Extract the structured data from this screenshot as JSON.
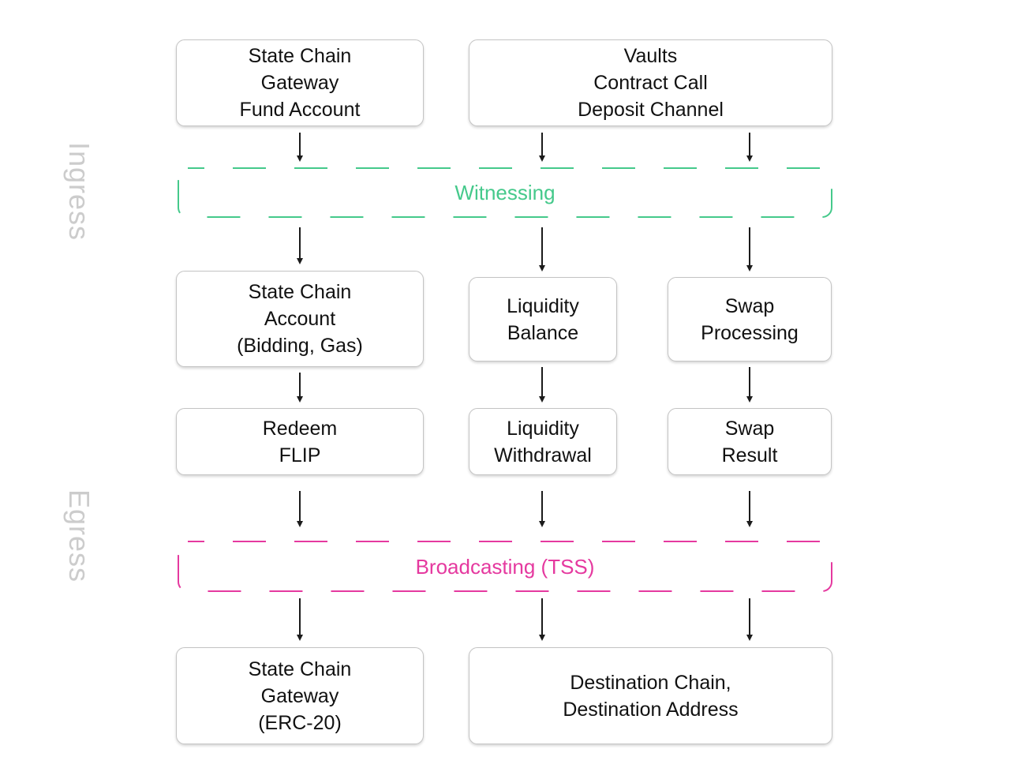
{
  "diagram": {
    "side_labels": {
      "ingress": "Ingress",
      "egress": "Egress"
    },
    "nodes": {
      "state_chain_gateway_fund_account": "State Chain\nGateway\nFund Account",
      "vaults_contract_call_deposit_channel": "Vaults\nContract Call\nDeposit Channel",
      "state_chain_account_bidding_gas": "State Chain\nAccount\n(Bidding, Gas)",
      "liquidity_balance": "Liquidity\nBalance",
      "swap_processing": "Swap\nProcessing",
      "redeem_flip": "Redeem\nFLIP",
      "liquidity_withdrawal": "Liquidity\nWithdrawal",
      "swap_result": "Swap\nResult",
      "state_chain_gateway_erc20": "State Chain\nGateway\n(ERC-20)",
      "destination_chain_address": "Destination Chain,\nDestination Address"
    },
    "phases": {
      "witnessing": {
        "label": "Witnessing",
        "color": "#45c98b"
      },
      "broadcasting": {
        "label": "Broadcasting (TSS)",
        "color": "#e5399f"
      }
    },
    "edges": [
      {
        "from": "state_chain_gateway_fund_account",
        "to": "witnessing"
      },
      {
        "from": "vaults_contract_call_deposit_channel",
        "to": "witnessing"
      },
      {
        "from": "witnessing",
        "to": "state_chain_account_bidding_gas"
      },
      {
        "from": "witnessing",
        "to": "liquidity_balance"
      },
      {
        "from": "witnessing",
        "to": "swap_processing"
      },
      {
        "from": "state_chain_account_bidding_gas",
        "to": "redeem_flip"
      },
      {
        "from": "liquidity_balance",
        "to": "liquidity_withdrawal"
      },
      {
        "from": "swap_processing",
        "to": "swap_result"
      },
      {
        "from": "redeem_flip",
        "to": "broadcasting"
      },
      {
        "from": "liquidity_withdrawal",
        "to": "broadcasting"
      },
      {
        "from": "swap_result",
        "to": "broadcasting"
      },
      {
        "from": "broadcasting",
        "to": "state_chain_gateway_erc20"
      },
      {
        "from": "broadcasting",
        "to": "destination_chain_address"
      }
    ],
    "colors": {
      "node_border": "#c4c4c4",
      "node_text": "#111111",
      "arrow": "#1b1b1b",
      "side_label": "#cccccc",
      "witnessing_green": "#45c98b",
      "broadcasting_pink": "#e5399f"
    }
  }
}
